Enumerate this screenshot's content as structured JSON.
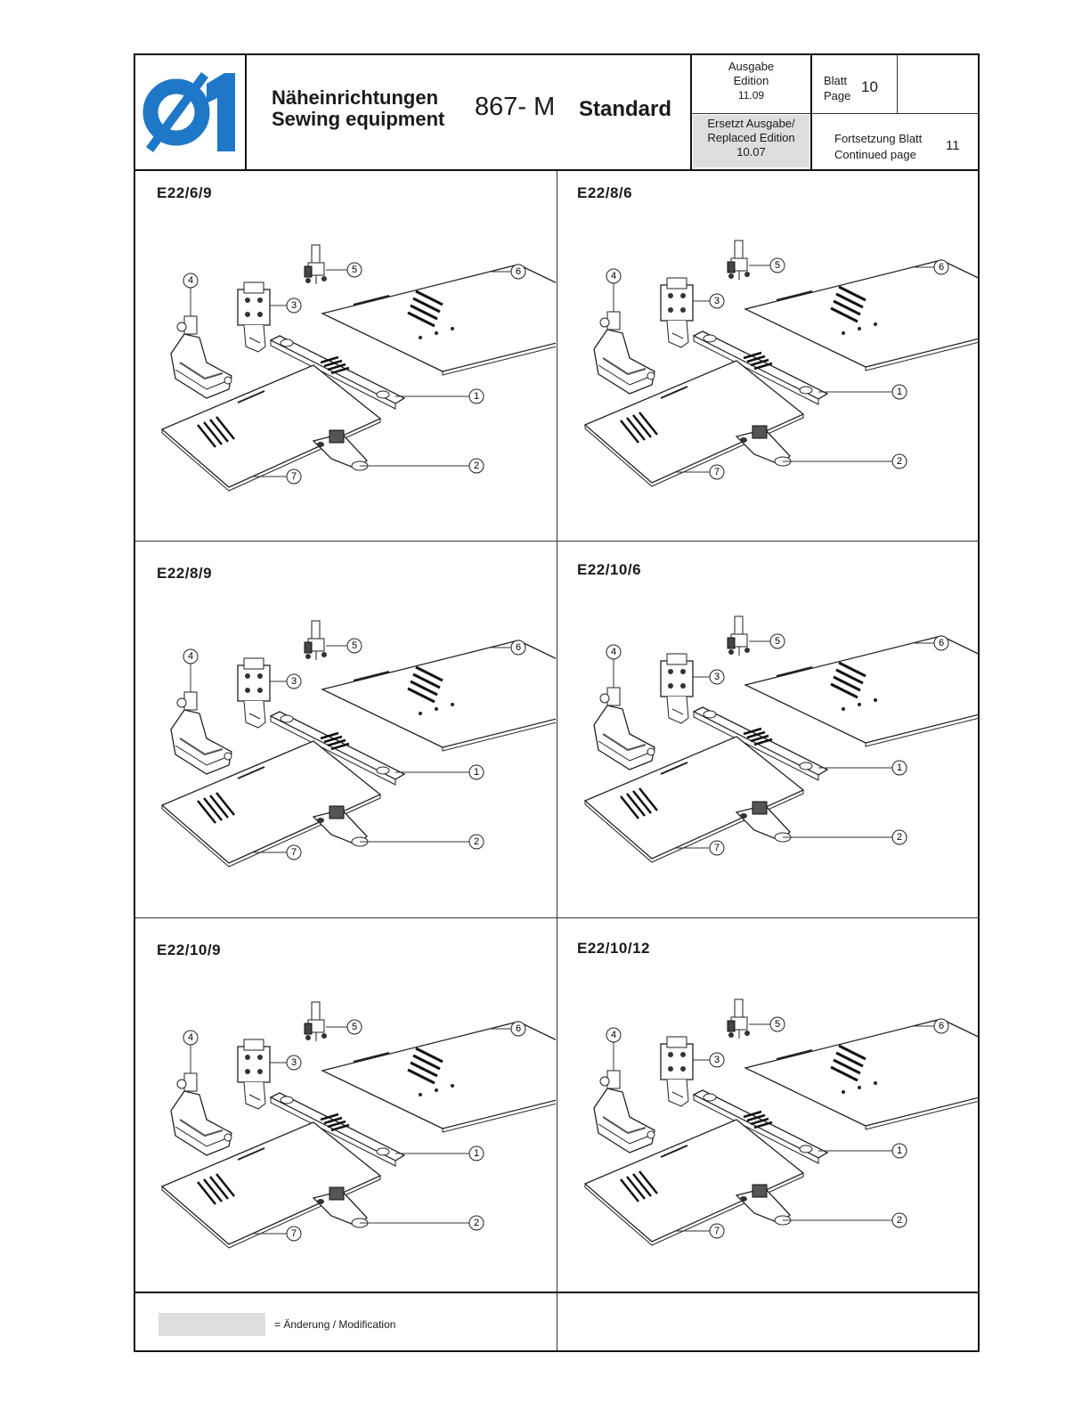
{
  "header": {
    "title_de": "Näheinrichtungen",
    "title_en": "Sewing equipment",
    "model": "867- M",
    "variant": "Standard",
    "edition_de": "Ausgabe",
    "edition_en": "Edition",
    "edition_date": "11.09",
    "replaced_de": "Ersetzt Ausgabe/",
    "replaced_en": "Replaced Edition",
    "replaced_date": "10.07",
    "blatt_label": "Blatt",
    "page_label": "Page",
    "page_number": "10",
    "continued_de": "Fortsetzung Blatt",
    "continued_en": "Continued page",
    "continued_number": "11"
  },
  "panels": [
    {
      "label": "E22/6/9"
    },
    {
      "label": "E22/8/6"
    },
    {
      "label": "E22/8/9"
    },
    {
      "label": "E22/10/6"
    },
    {
      "label": "E22/10/9"
    },
    {
      "label": "E22/10/12"
    }
  ],
  "callouts": [
    "1",
    "2",
    "3",
    "4",
    "5",
    "6",
    "7"
  ],
  "footer": {
    "legend": "= Änderung / Modification"
  },
  "colors": {
    "logo_blue": "#1f77c8",
    "line": "#111111",
    "shade": "#dedede"
  }
}
